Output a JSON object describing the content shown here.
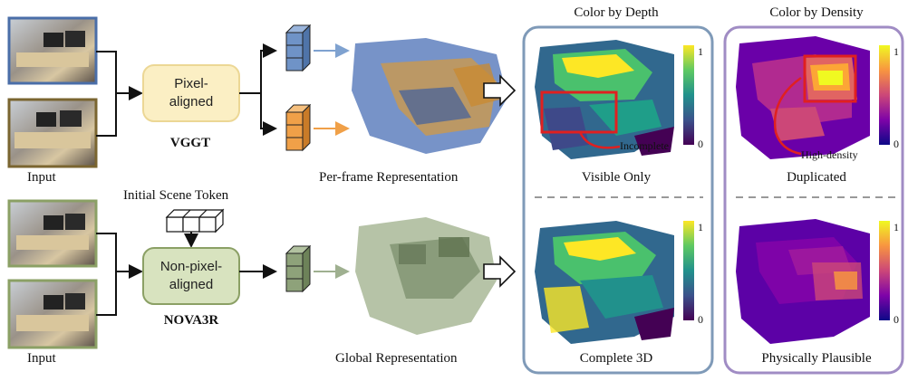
{
  "top_row": {
    "input_label": "Input",
    "module_line1": "Pixel-",
    "module_line2": "aligned",
    "model_name": "VGGT",
    "representation_label": "Per-frame Representation"
  },
  "bottom_row": {
    "input_label": "Input",
    "scene_token_label": "Initial Scene Token",
    "module_line1": "Non-pixel-",
    "module_line2": "aligned",
    "model_name": "NOVA3R",
    "representation_label": "Global Representation"
  },
  "depth_panel": {
    "title": "Color by Depth",
    "top_caption": "Visible Only",
    "bottom_caption": "Complete 3D",
    "annotation": "Incomplete",
    "colorbar_max": "1",
    "colorbar_min": "0"
  },
  "density_panel": {
    "title": "Color by Density",
    "top_caption": "Duplicated",
    "bottom_caption": "Physically Plausible",
    "annotation": "High-density",
    "colorbar_max": "1",
    "colorbar_min": "0"
  },
  "colors": {
    "depth_border": "#7f9ab8",
    "density_border": "#a08cc4",
    "pixel_box_fill": "#fbefc4",
    "pixel_box_stroke": "#ecd795",
    "nonpixel_box_fill": "#d8e3bf",
    "nonpixel_box_stroke": "#8ba065",
    "blue_cube": "#6f93c7",
    "orange_cube": "#f0a048",
    "green_cube": "#8ea27a",
    "highlight_red": "#e02020"
  }
}
